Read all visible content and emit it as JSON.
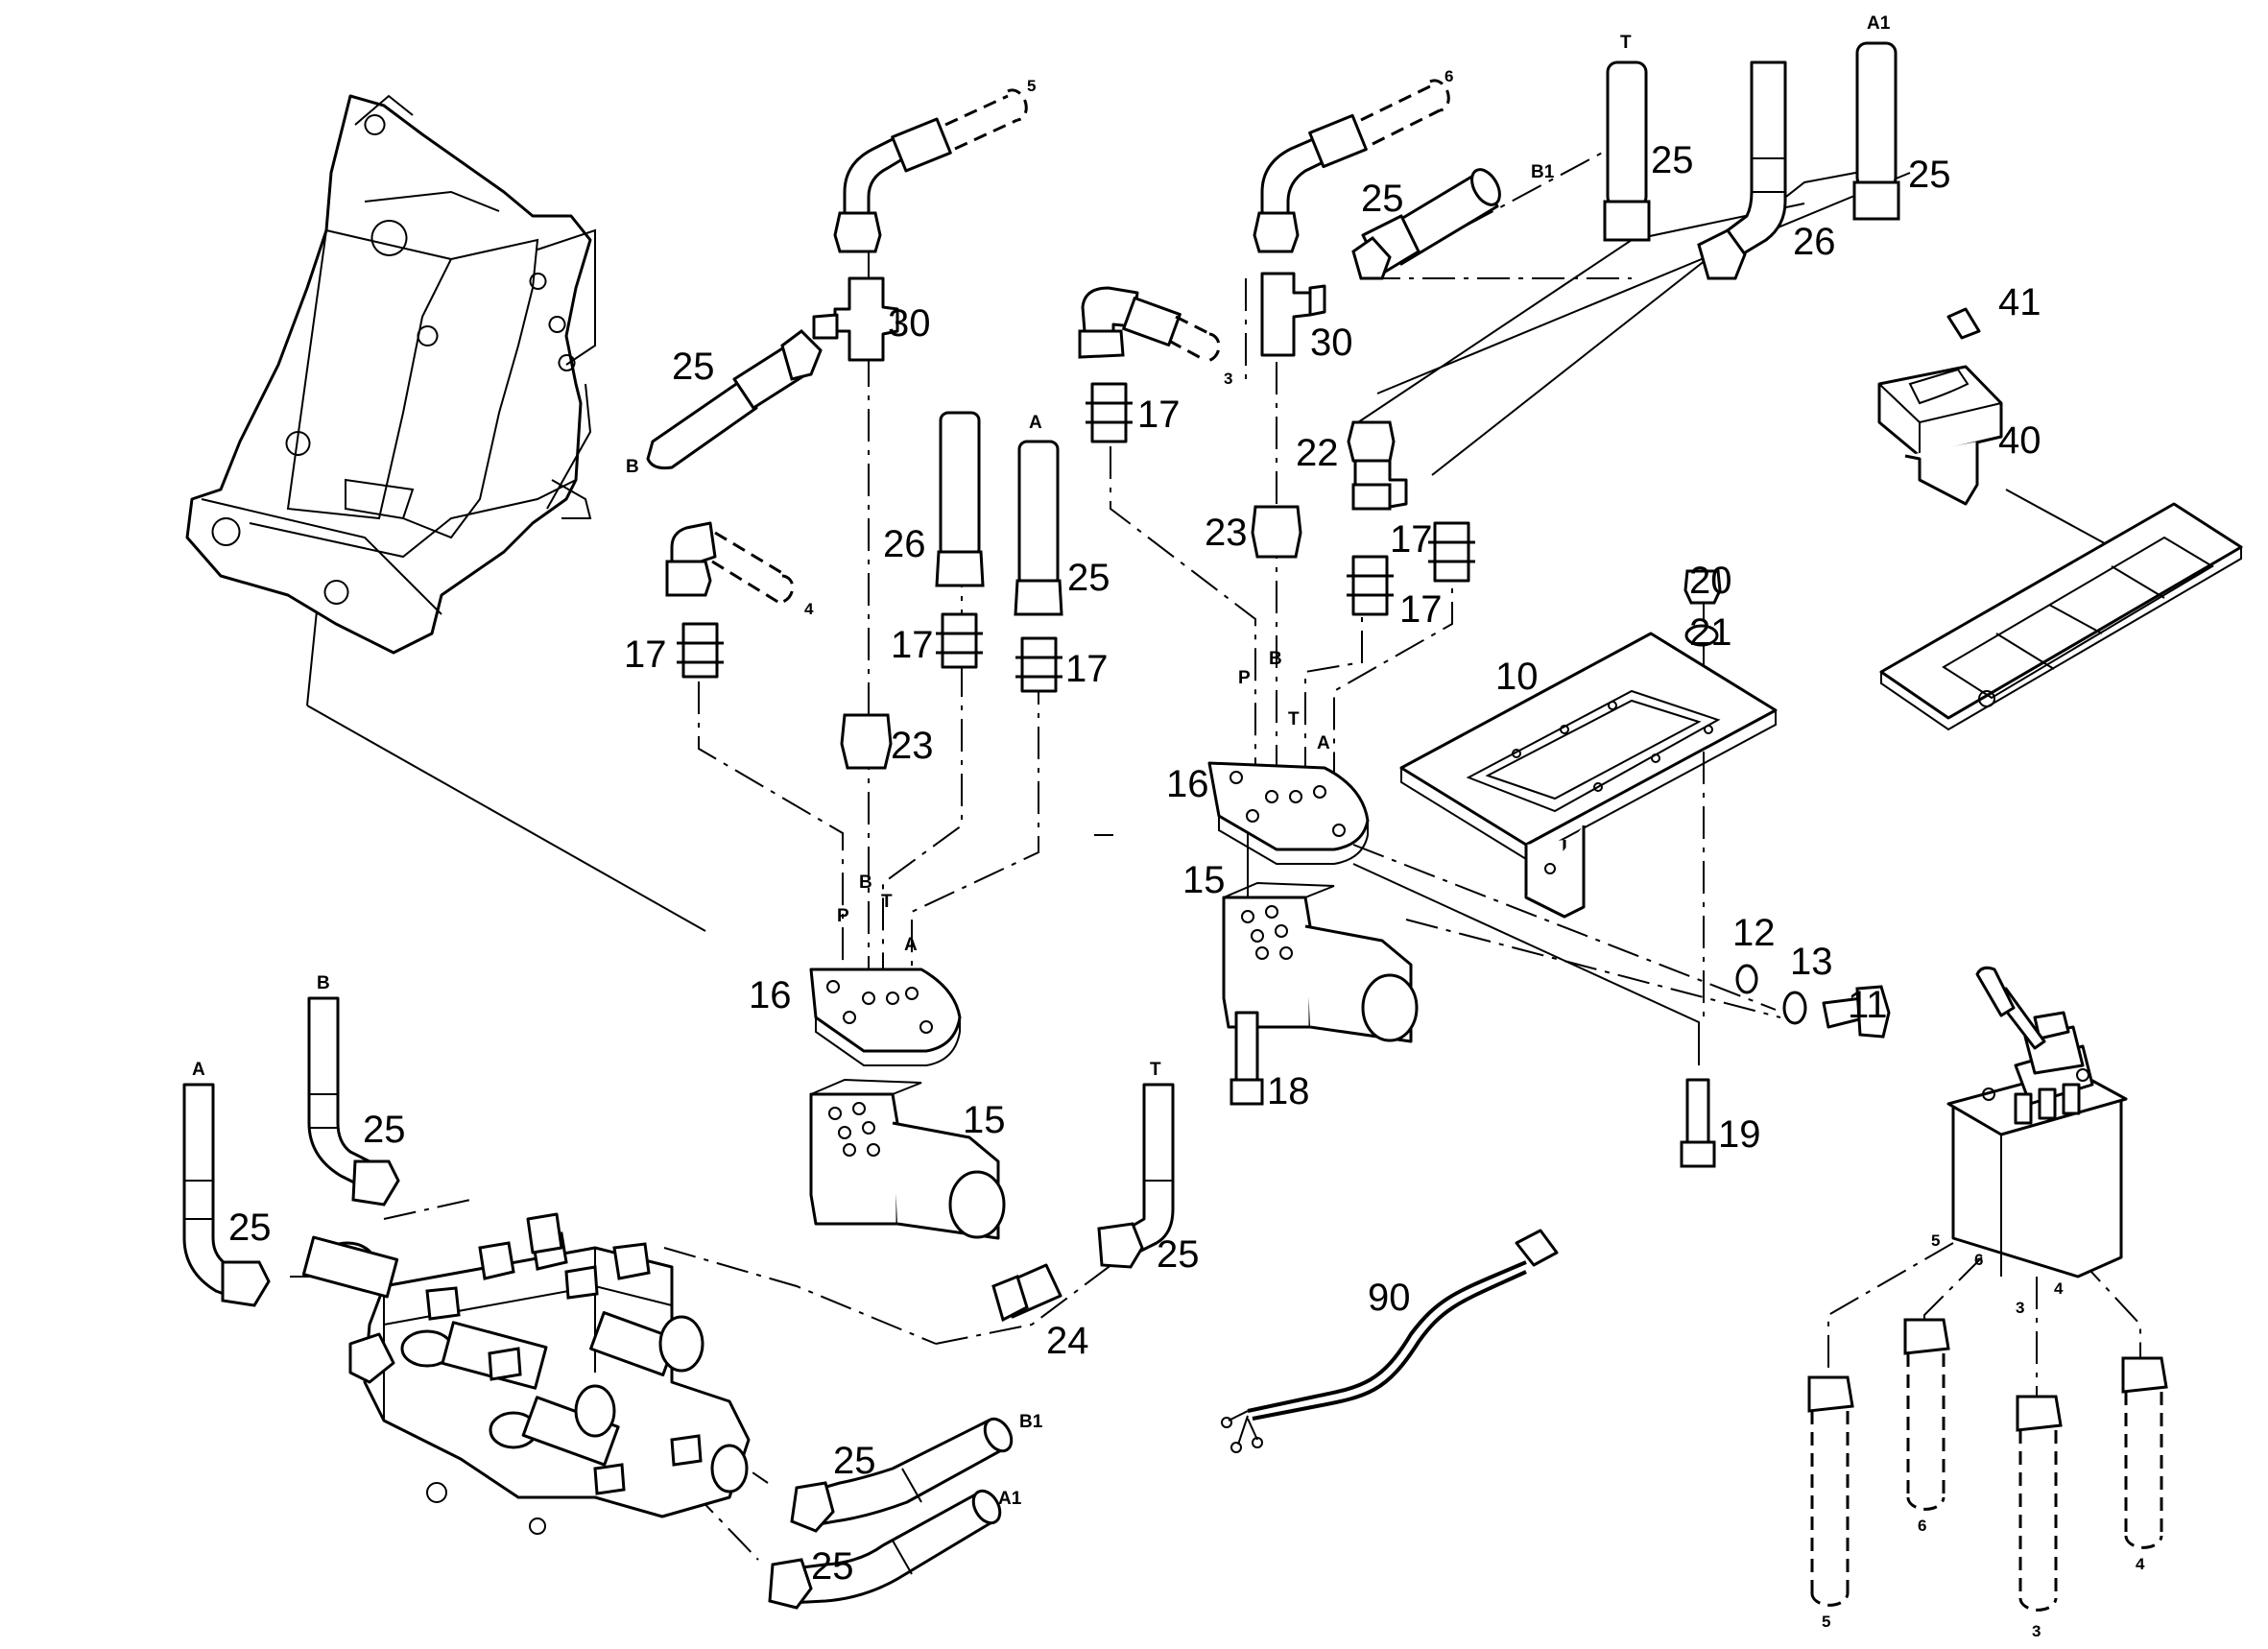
{
  "diagram": {
    "part_numbers": {
      "p10": "10",
      "p11": "11",
      "p12": "12",
      "p13": "13",
      "p15a": "15",
      "p15b": "15",
      "p16a": "16",
      "p16b": "16",
      "p17a": "17",
      "p17b": "17",
      "p17c": "17",
      "p17d": "17",
      "p17e": "17",
      "p17f": "17",
      "p18": "18",
      "p19": "19",
      "p20": "20",
      "p21": "21",
      "p22": "22",
      "p23a": "23",
      "p23b": "23",
      "p24": "24",
      "p25a": "25",
      "p25b": "25",
      "p25c": "25",
      "p25d": "25",
      "p25e": "25",
      "p25f": "25",
      "p25g": "25",
      "p25h": "25",
      "p25i": "25",
      "p25j": "25",
      "p26a": "26",
      "p26b": "26",
      "p30a": "30",
      "p30b": "30",
      "p40": "40",
      "p41": "41",
      "p90": "90"
    },
    "port_labels": {
      "P": "P",
      "B": "B",
      "T": "T",
      "A": "A",
      "A1": "A1",
      "B1": "B1"
    },
    "hose_refs": {
      "h3": "3",
      "h4": "4",
      "h5": "5",
      "h6": "6"
    }
  }
}
